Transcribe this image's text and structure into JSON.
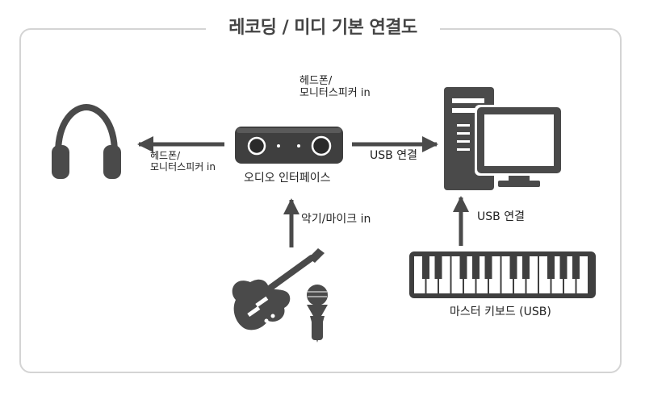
{
  "title": "레코딩 / 미디 기본 연결도",
  "labels": {
    "headphone_out": [
      "헤드폰/",
      "모니터스피커 in"
    ],
    "monitor_in": [
      "헤드폰/",
      "모니터스피커 in"
    ],
    "audio_interface": "오디오 인터페이스",
    "usb_link_pc": "USB 연결",
    "instrument_mic_in": "악기/마이크 in",
    "usb_link_keyboard": "USB 연결",
    "master_keyboard": "마스터 키보드 (USB)"
  },
  "icons": {
    "headphones": "headphones-icon",
    "interface": "audio-interface-icon",
    "computer": "computer-icon",
    "guitar": "electric-guitar-icon",
    "mic": "microphone-icon",
    "keyboard": "keyboard-icon"
  }
}
